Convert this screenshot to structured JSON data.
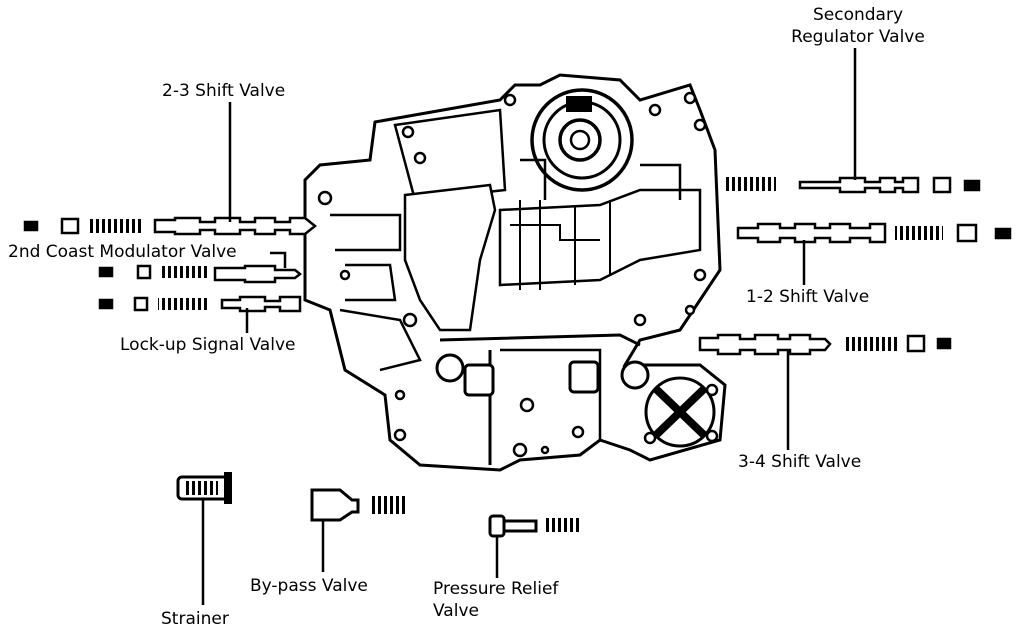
{
  "labels": {
    "secondary_regulator": "Secondary",
    "secondary_regulator_2": "Regulator Valve",
    "shift_2_3": "2-3 Shift Valve",
    "coast_modulator": "2nd Coast Modulator Valve",
    "shift_1_2": "1-2 Shift Valve",
    "lockup_signal": "Lock-up Signal Valve",
    "shift_3_4": "3-4 Shift Valve",
    "strainer": "Strainer",
    "bypass": "By-pass Valve",
    "pressure_relief": "Pressure Relief",
    "pressure_relief_2": "Valve"
  }
}
